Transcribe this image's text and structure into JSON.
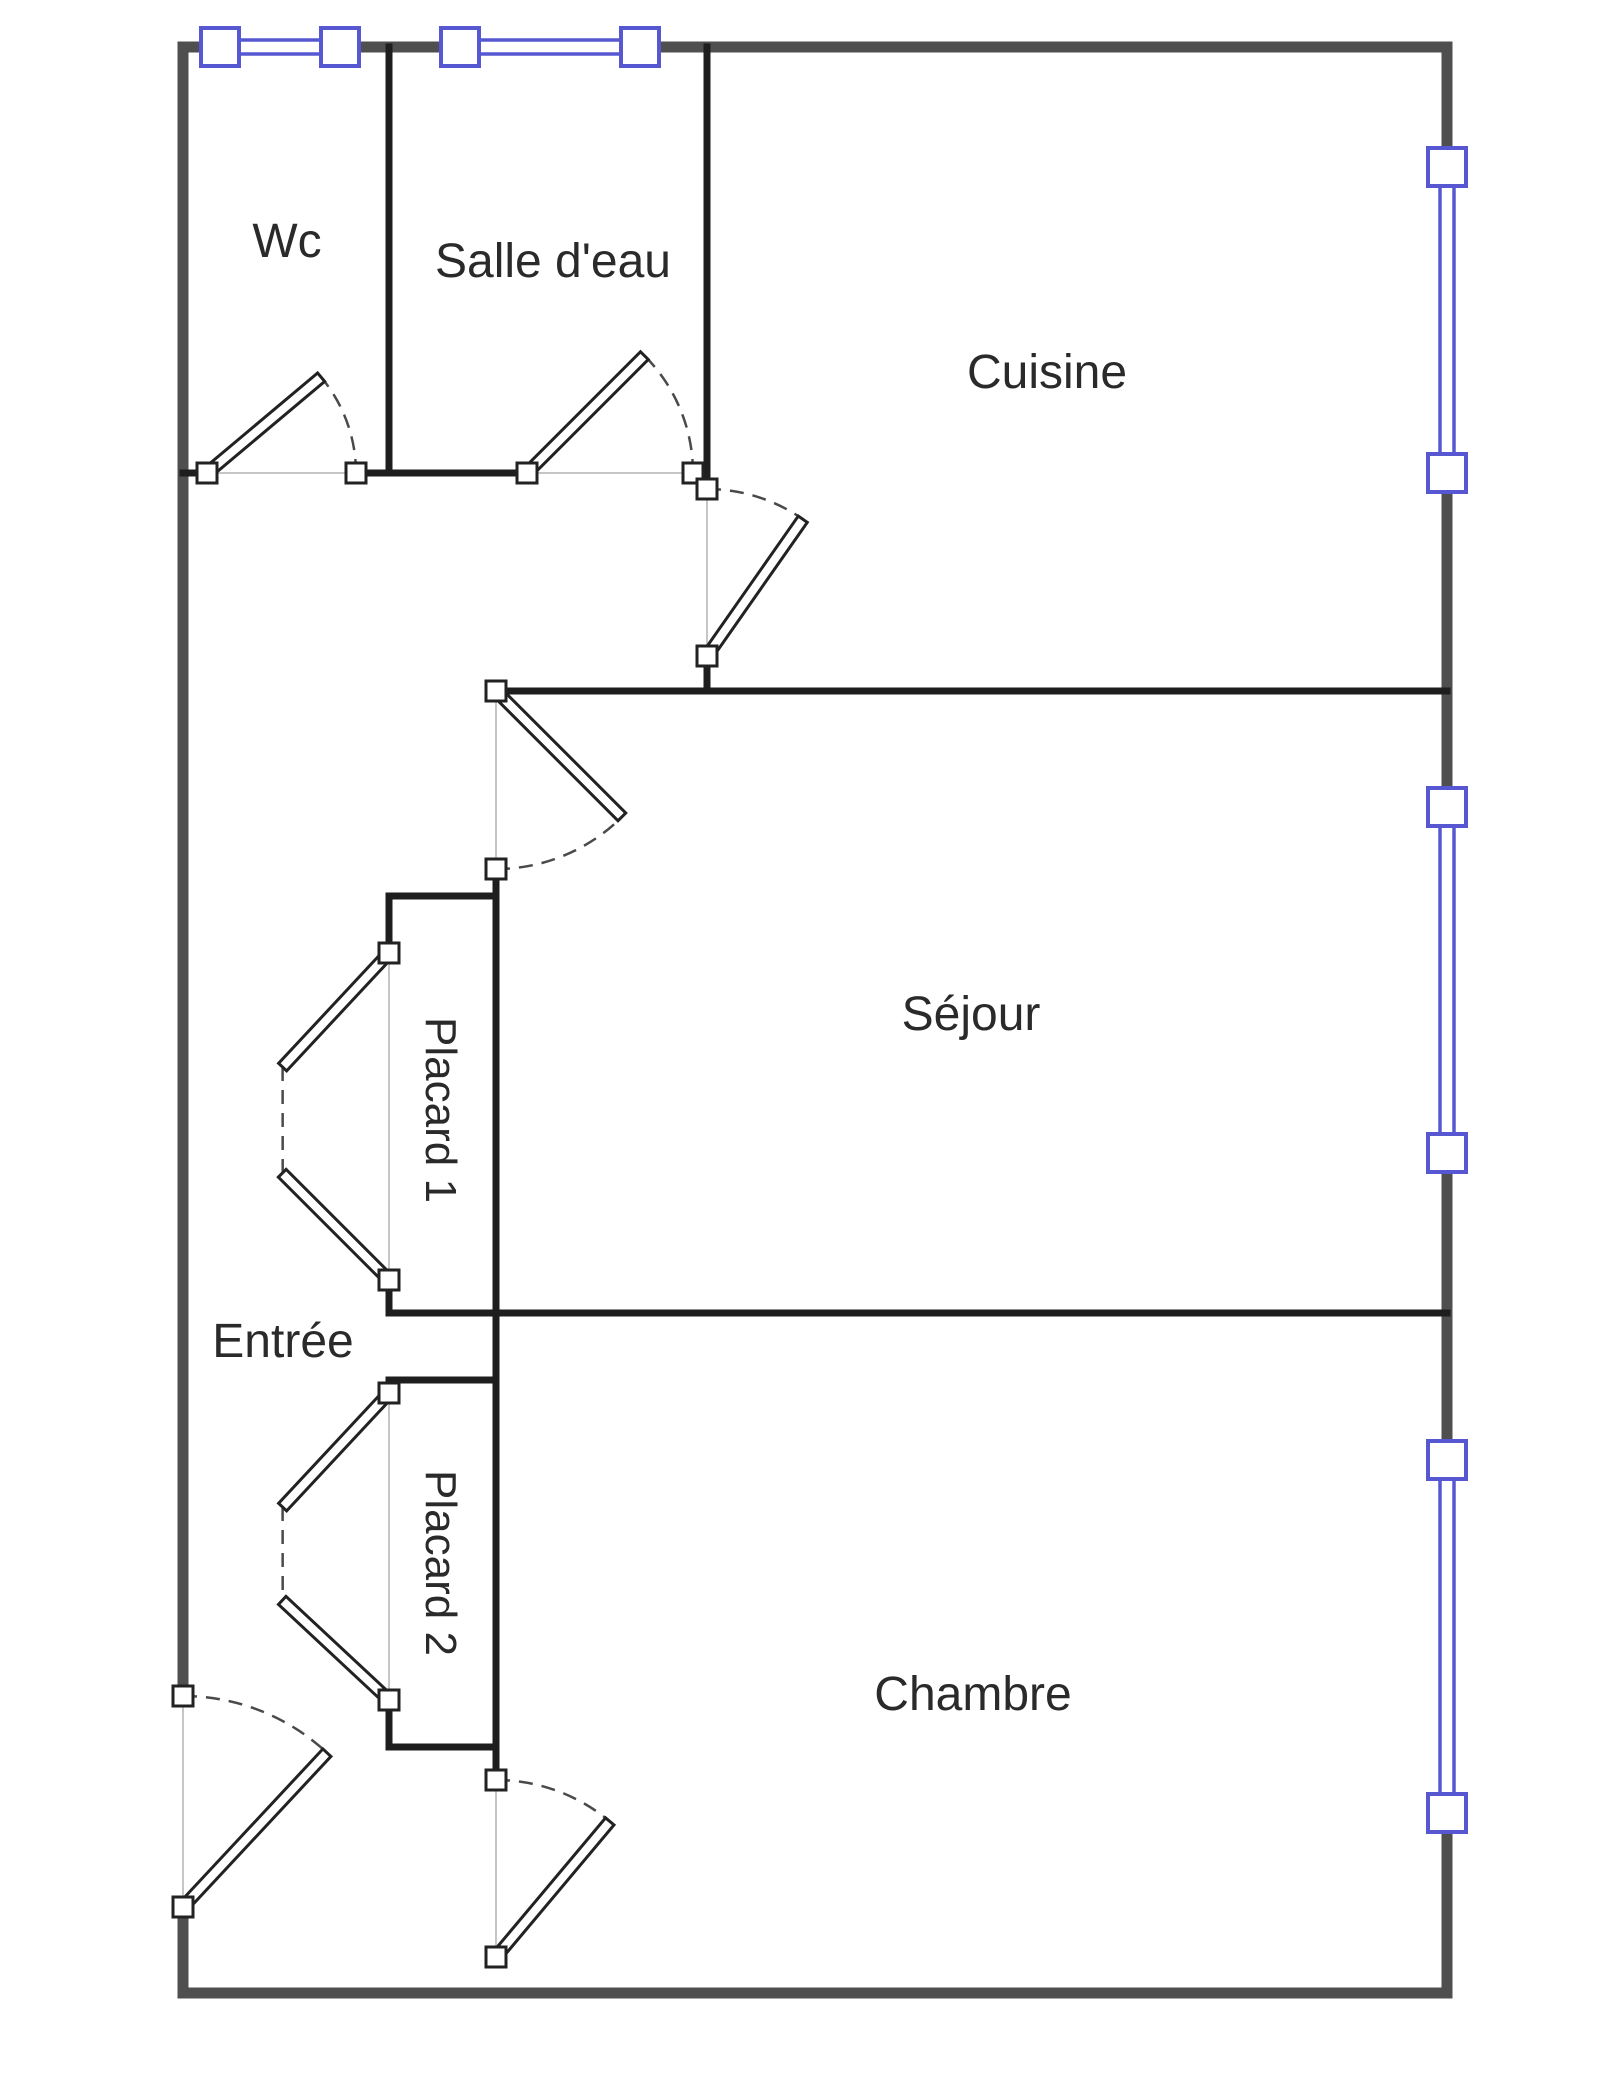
{
  "diagram": {
    "type": "floor-plan",
    "rooms": {
      "wc": {
        "label": "Wc"
      },
      "salle_deau": {
        "label": "Salle d'eau"
      },
      "cuisine": {
        "label": "Cuisine"
      },
      "sejour": {
        "label": "Séjour"
      },
      "placard1": {
        "label": "Placard 1"
      },
      "placard2": {
        "label": "Placard 2"
      },
      "entree": {
        "label": "Entrée"
      },
      "chambre": {
        "label": "Chambre"
      }
    },
    "colors": {
      "background": "#ffffff",
      "outer_wall": "#4f4f4f",
      "inner_wall": "#1e1e1e",
      "window": "#5757d2",
      "label_text": "#2a2a2a"
    },
    "counts": {
      "windows": 5,
      "doors": 6,
      "closets": 2
    }
  }
}
